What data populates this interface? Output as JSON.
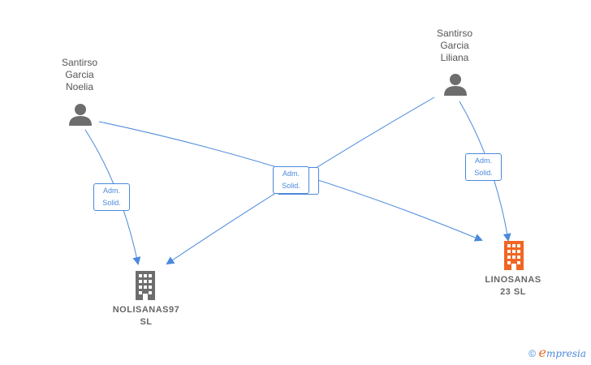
{
  "people": [
    {
      "id": "noelia",
      "lines": [
        "Santirso",
        "Garcia",
        "Noelia"
      ]
    },
    {
      "id": "liliana",
      "lines": [
        "Santirso",
        "Garcia",
        "Liliana"
      ]
    }
  ],
  "companies": [
    {
      "id": "nolisanas",
      "lines": [
        "NOLISANAS97",
        "SL"
      ],
      "color": "#6d6d6d"
    },
    {
      "id": "linosanas",
      "lines": [
        "LINOSANAS",
        "23 SL"
      ],
      "color": "#f26522"
    }
  ],
  "edge_label": {
    "line1": "Adm.",
    "line2": "Solid."
  },
  "colors": {
    "edge": "#4a89dc",
    "person": "#6d6d6d"
  },
  "footer": {
    "copyright": "©",
    "brand_initial": "e",
    "brand_rest": "mpresia"
  }
}
